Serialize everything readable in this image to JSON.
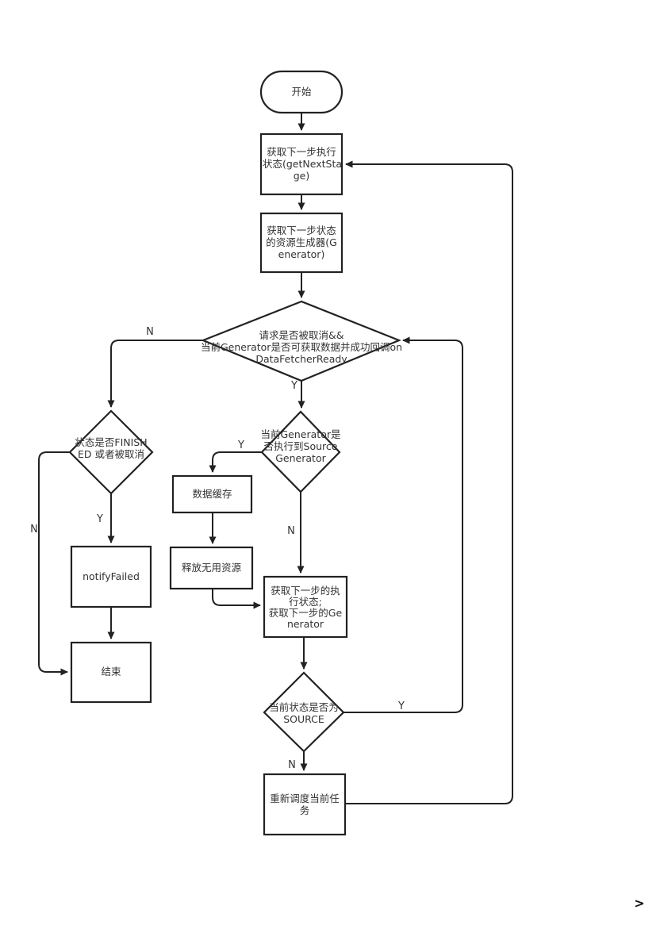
{
  "canvas": {
    "background": "#ffffff",
    "stroke_color": "#222222",
    "text_color": "#333333"
  },
  "flowchart": {
    "nodes": {
      "start": {
        "shape": "terminal",
        "lines": [
          "开始"
        ]
      },
      "get_next_stage": {
        "shape": "process",
        "lines": [
          "获取下一步执行",
          "状态(getNextSta",
          "ge)"
        ]
      },
      "get_generator": {
        "shape": "process",
        "lines": [
          "获取下一步状态",
          "的资源生成器(G",
          "enerator)"
        ]
      },
      "request_cancelled": {
        "shape": "decision",
        "lines": [
          "请求是否被取消&&",
          "当前Generator是否可获取数据并成功回调on",
          "DataFetcherReady"
        ]
      },
      "state_finished": {
        "shape": "decision",
        "lines": [
          "状态是否FINISH",
          "ED 或者被取消"
        ]
      },
      "notify_failed": {
        "shape": "process",
        "lines": [
          "notifyFailed"
        ]
      },
      "end": {
        "shape": "process",
        "lines": [
          "结束"
        ]
      },
      "data_cache": {
        "shape": "process",
        "lines": [
          "数据缓存"
        ]
      },
      "release_resources": {
        "shape": "process",
        "lines": [
          "释放无用资源"
        ]
      },
      "source_generator": {
        "shape": "decision",
        "lines": [
          "当前Generator是",
          "否执行到Source",
          "Generator"
        ]
      },
      "next_step": {
        "shape": "process",
        "lines": [
          "获取下一步的执",
          "行状态;",
          "获取下一步的Ge",
          "nerator"
        ]
      },
      "is_source": {
        "shape": "decision",
        "lines": [
          "当前状态是否为",
          "SOURCE"
        ]
      },
      "reschedule": {
        "shape": "process",
        "lines": [
          "重新调度当前任",
          "务"
        ]
      }
    },
    "branch_labels": {
      "request_cancelled_no": "N",
      "request_cancelled_yes": "Y",
      "state_finished_yes": "Y",
      "state_finished_no": "N",
      "source_generator_yes": "Y",
      "source_generator_no": "N",
      "is_source_yes": "Y",
      "is_source_no": "N"
    }
  },
  "footer": {
    "next_chevron": ">"
  }
}
